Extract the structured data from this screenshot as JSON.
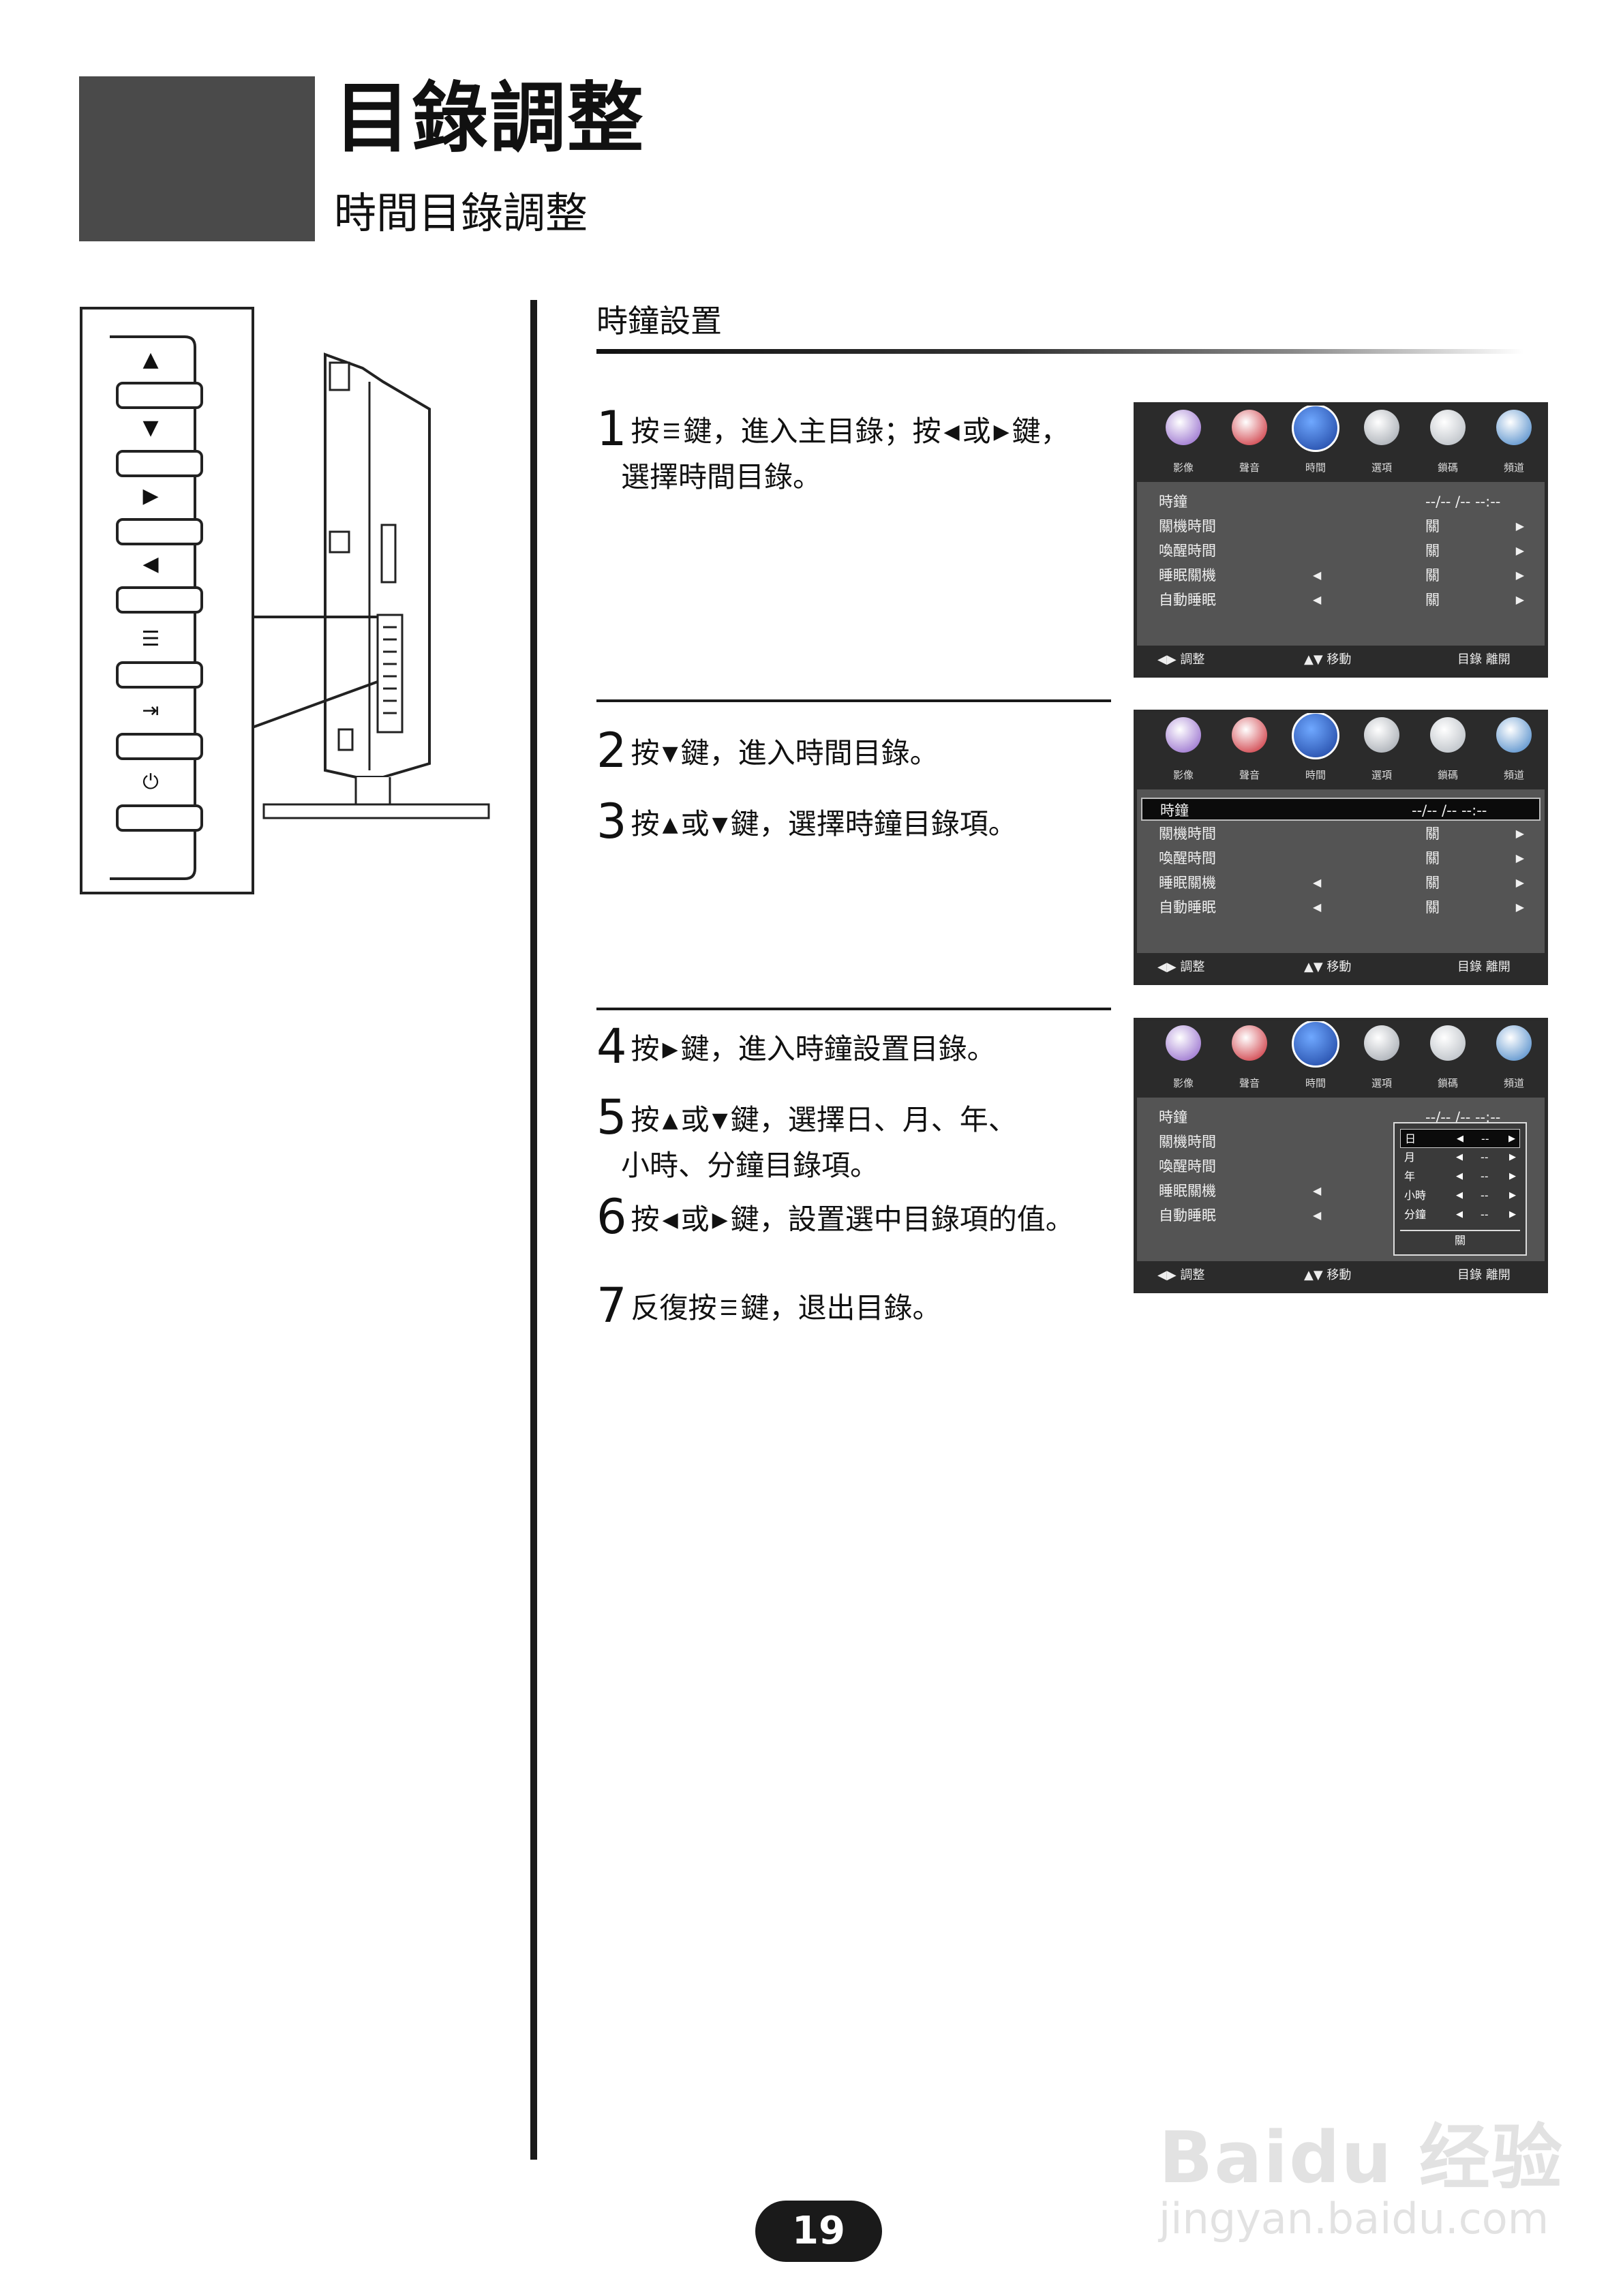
{
  "header": {
    "title": "目錄調整",
    "subtitle": "時間目錄調整"
  },
  "section_heading": "時鐘設置",
  "steps": [
    {
      "num": "1",
      "parts": [
        "按",
        "☰",
        "鍵，進入主目錄；按",
        "◀",
        "或",
        "▶",
        "鍵，"
      ],
      "line2": "選擇時間目錄。"
    },
    {
      "num": "2",
      "parts": [
        "按",
        "▼",
        "鍵，進入時間目錄。"
      ]
    },
    {
      "num": "3",
      "parts": [
        "按",
        "▲",
        "或",
        "▼",
        "鍵，選擇時鐘目錄項。"
      ]
    },
    {
      "num": "4",
      "parts": [
        "按",
        "▶",
        "鍵，進入時鐘設置目錄。"
      ]
    },
    {
      "num": "5",
      "parts": [
        "按",
        "▲",
        "或",
        "▼",
        "鍵，選擇日、月、年、"
      ],
      "line2": "小時、分鐘目錄項。"
    },
    {
      "num": "6",
      "parts": [
        "按",
        "◀",
        "或",
        "▶",
        "鍵，設置選中目錄項的值。"
      ]
    },
    {
      "num": "7",
      "parts": [
        "反復按",
        "☰",
        "鍵，退出目錄。"
      ]
    }
  ],
  "osd": {
    "tabs": [
      "影像",
      "聲音",
      "時間",
      "選項",
      "鎖碼",
      "頻道"
    ],
    "tab_colors": [
      "#8a5cc7",
      "#c8202a",
      "#2453b8",
      "#9aa0a8",
      "#b0b6bd",
      "#3d7fc4"
    ],
    "icons": [
      "monitor-icon",
      "speaker-icon",
      "clock-icon",
      "gear-icon",
      "lock-icon",
      "globe-icon"
    ],
    "rows": [
      {
        "name": "時鐘",
        "left": "",
        "value": "--/--  /--  --:--",
        "right": ""
      },
      {
        "name": "關機時間",
        "left": "",
        "value": "關",
        "right": "▶"
      },
      {
        "name": "喚醒時間",
        "left": "",
        "value": "關",
        "right": "▶"
      },
      {
        "name": "睡眠關機",
        "left": "◀",
        "value": "關",
        "right": "▶"
      },
      {
        "name": "自動睡眠",
        "left": "◀",
        "value": "關",
        "right": "▶"
      }
    ],
    "footer": {
      "adjust": "◀▶ 調整",
      "move": "▲▼ 移動",
      "exit": "目錄 離開"
    },
    "popup": {
      "rows": [
        {
          "name": "日",
          "left": "◀",
          "value": "--",
          "right": "▶"
        },
        {
          "name": "月",
          "left": "◀",
          "value": "--",
          "right": "▶"
        },
        {
          "name": "年",
          "left": "◀",
          "value": "--",
          "right": "▶"
        },
        {
          "name": "小時",
          "left": "◀",
          "value": "--",
          "right": "▶"
        },
        {
          "name": "分鐘",
          "left": "◀",
          "value": "--",
          "right": "▶"
        }
      ],
      "footer": "關"
    }
  },
  "side_panel": {
    "buttons": [
      {
        "icon": "▲",
        "name": "up-icon"
      },
      {
        "icon": "▼",
        "name": "down-icon"
      },
      {
        "icon": "▶",
        "name": "right-icon"
      },
      {
        "icon": "◀",
        "name": "left-icon"
      },
      {
        "icon": "☰",
        "name": "menu-icon"
      },
      {
        "icon": "⇥",
        "name": "input-source-icon"
      },
      {
        "icon": "⏻",
        "name": "power-icon"
      }
    ]
  },
  "page_number": "19",
  "watermark": {
    "logo": "Baidu 经验",
    "url": "jingyan.baidu.com"
  }
}
